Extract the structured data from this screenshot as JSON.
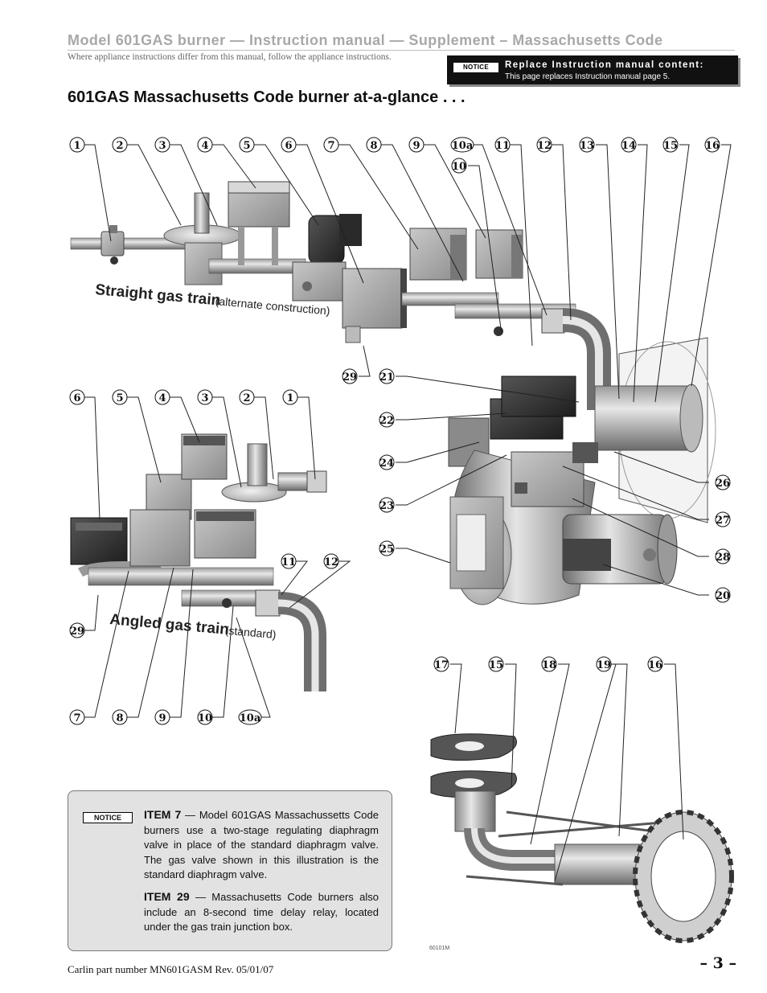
{
  "header": {
    "title": "Model 601GAS burner — Instruction manual — Supplement – Massachusetts Code",
    "subtitle": "Where appliance instructions differ from this manual, follow the appliance instructions."
  },
  "replace_notice": {
    "tag": "NOTICE",
    "title": "Replace Instruction manual content:",
    "text": "This page replaces Instruction manual page 5."
  },
  "page_heading": "601GAS Massachusetts Code burner at-a-glance . . .",
  "figures": {
    "straight_train_caption_main": "Straight gas train",
    "straight_train_caption_paren": "(alternate construction)",
    "angled_train_caption_main": "Angled gas train",
    "angled_train_caption_paren": "(standard)",
    "figure_code": "60101M",
    "callouts_top_row": [
      "1",
      "2",
      "3",
      "4",
      "5",
      "6",
      "7",
      "8",
      "9",
      "10a",
      "11",
      "12",
      "13",
      "14",
      "15",
      "16"
    ],
    "callout_10": "10",
    "callout_29_top": "29",
    "callout_21": "21",
    "callouts_burner_left": [
      "22",
      "24",
      "23",
      "25"
    ],
    "callouts_burner_right": [
      "26",
      "27",
      "28",
      "20"
    ],
    "callouts_angled_top": [
      "6",
      "5",
      "4",
      "3",
      "2",
      "1"
    ],
    "callouts_angled_mid": [
      "11",
      "12"
    ],
    "callout_29_angled": "29",
    "callouts_angled_bottom": [
      "7",
      "8",
      "9",
      "10",
      "10a"
    ],
    "callouts_assembly": [
      "17",
      "15",
      "18",
      "19",
      "16"
    ]
  },
  "notice_box": {
    "tag": "NOTICE",
    "item7_label": "ITEM 7",
    "item7_text": " — Model 601GAS Massachussetts Code burners use a two-stage regulating diaphragm valve in place of the standard diaphragm valve. The gas valve shown in this illustration is the standard diaphragm valve.",
    "item29_label": "ITEM 29",
    "item29_text": " — Massachusetts Code burners also include an 8-second time delay relay, located under the gas train junction box."
  },
  "footer": {
    "part_number": "Carlin part number MN601GASM Rev. 05/01/07",
    "page_number": "– 3 –"
  }
}
